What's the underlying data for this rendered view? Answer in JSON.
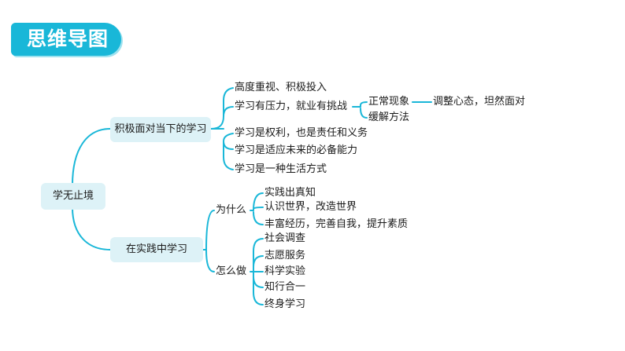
{
  "title": "思维导图",
  "root": "学无止境",
  "branch1": {
    "label": "积极面对当下的学习",
    "items": [
      "高度重视、积极投入",
      "学习有压力，就业有挑战",
      "学习是权利，也是责任和义务",
      "学习是适应未来的必备能力",
      "学习是一种生活方式"
    ],
    "sub": {
      "a": "正常现象",
      "a_detail": "调整心态，坦然面对",
      "b": "缓解方法"
    }
  },
  "branch2": {
    "label": "在实践中学习",
    "why": {
      "label": "为什么",
      "items": [
        "实践出真知",
        "认识世界，改造世界",
        "丰富经历，完善自我，提升素质"
      ]
    },
    "how": {
      "label": "怎么做",
      "items": [
        "社会调查",
        "志愿服务",
        "科学实验",
        "知行合一",
        "终身学习"
      ]
    }
  },
  "colors": {
    "accent": "#19b7d8",
    "node_bg": "#ddf2f7"
  }
}
